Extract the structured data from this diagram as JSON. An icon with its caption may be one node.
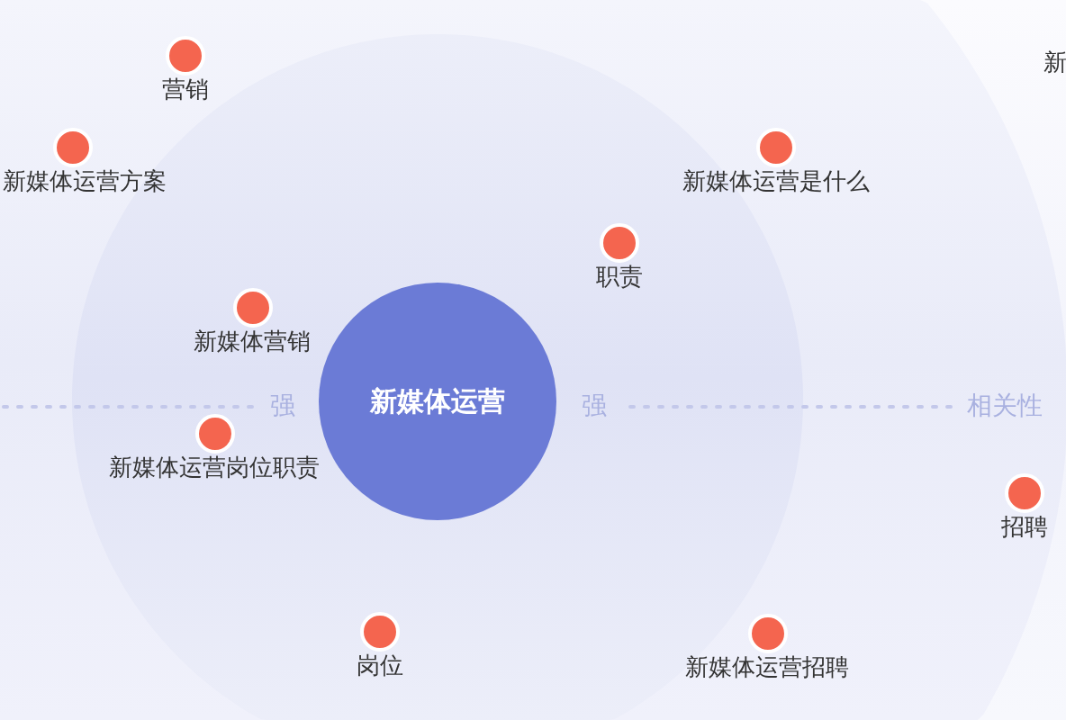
{
  "diagram": {
    "nodes": [
      {
        "text": [
          "营销"
        ]
      },
      {
        "text": [
          "新媒体运营方案"
        ]
      },
      {
        "text": [
          "新媒体运营是什么"
        ]
      },
      {
        "text": [
          "职责"
        ]
      },
      {
        "text": [
          "新媒体营销"
        ]
      },
      {
        "text": [
          "新媒体运营"
        ]
      },
      {
        "text": [
          "新媒体运营岗位职责"
        ]
      },
      {
        "text": [
          "招聘"
        ]
      },
      {
        "text": [
          "岗位"
        ]
      },
      {
        "text": [
          "新媒体运营招聘"
        ]
      }
    ],
    "labels": [
      "新",
      "强",
      "强",
      "相关性"
    ]
  }
}
